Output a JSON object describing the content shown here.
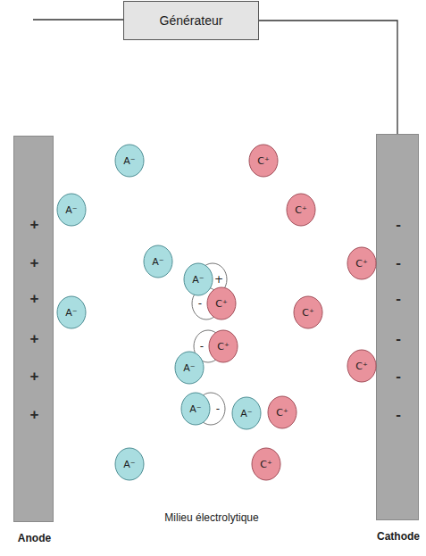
{
  "diagram": {
    "caption": "Milieu électrolytique",
    "nodes": [
      {
        "text": [
          "Générateur"
        ]
      },
      {
        "text": [
          "+",
          "+",
          "+",
          "+",
          "+",
          "+",
          "Anode"
        ]
      },
      {
        "text": [
          "-",
          "-",
          "-",
          "-",
          "-",
          "-",
          "Cathode"
        ]
      },
      {
        "text": [
          "A⁻"
        ]
      },
      {
        "text": [
          "C⁺"
        ]
      },
      {
        "text": [
          "A⁻"
        ]
      },
      {
        "text": [
          "C⁺"
        ]
      },
      {
        "text": [
          "A⁻"
        ]
      },
      {
        "text": [
          "C⁺"
        ]
      },
      {
        "text": [
          "A⁻"
        ]
      },
      {
        "text": [
          "C⁺"
        ]
      },
      {
        "text": [
          "C⁺"
        ]
      },
      {
        "text": [
          "A⁻"
        ]
      },
      {
        "text": [
          "C⁺"
        ]
      },
      {
        "text": [
          "A⁻"
        ]
      },
      {
        "text": [
          "C⁺"
        ]
      },
      {
        "text": [
          "A⁻"
        ]
      },
      {
        "text": [
          "A⁻"
        ]
      },
      {
        "text": [
          "C⁺"
        ]
      },
      {
        "text": [
          "A⁻"
        ]
      },
      {
        "text": [
          "C⁺"
        ]
      }
    ],
    "edges": [
      {
        "from": 0,
        "to": 2,
        "arrow": "none"
      }
    ],
    "labels": [
      "+",
      "-",
      "-",
      "-"
    ]
  }
}
